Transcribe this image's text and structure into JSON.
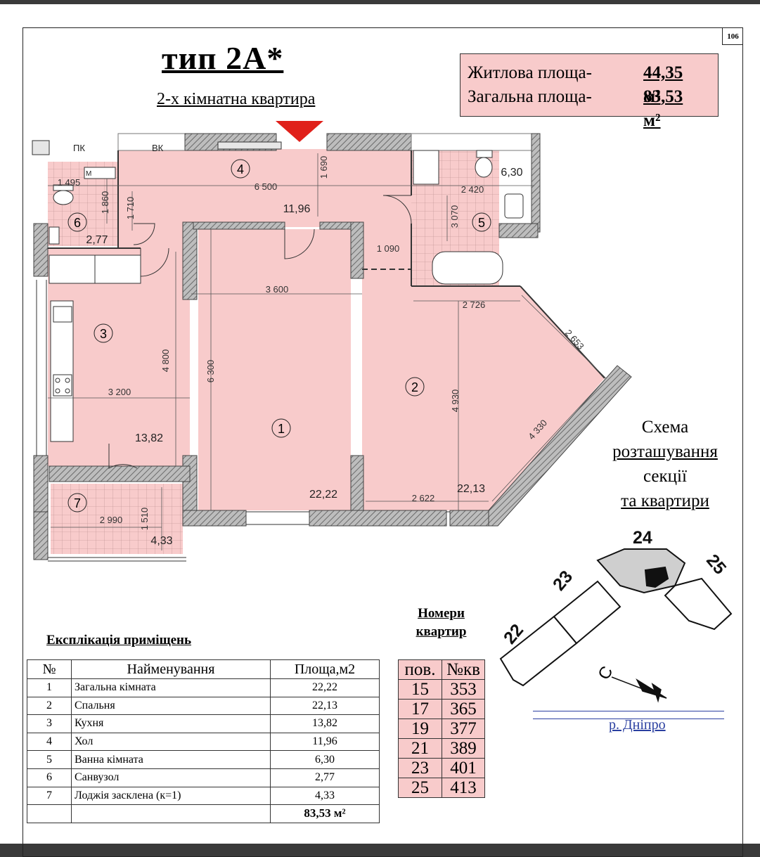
{
  "page_number": "106",
  "title": "тип 2А*",
  "subtitle": "2-х кімнатна квартира",
  "areas": {
    "living_label": "Житлова площа-",
    "living_value": "44,35 м²",
    "total_label": "Загальна площа-",
    "total_value": "83,53 м²"
  },
  "plan": {
    "room_numbers": [
      "1",
      "2",
      "3",
      "4",
      "5",
      "6",
      "7"
    ],
    "room_areas": {
      "r1": "22,22",
      "r2": "22,13",
      "r3": "13,82",
      "r4": "11,96",
      "r5": "6,30",
      "r6": "2,77",
      "r7": "4,33"
    },
    "dims": [
      "6 500",
      "1 690",
      "1 710",
      "1 860",
      "1 495",
      "2 420",
      "3 070",
      "1 090",
      "3 600",
      "2 726",
      "2 653",
      "4 800",
      "6 300",
      "3 200",
      "4 930",
      "4 330",
      "2 622",
      "2 990",
      "1 510"
    ],
    "labels": {
      "pk": "ПК",
      "vk": "ВК",
      "m": "М"
    }
  },
  "scheme": {
    "lines": [
      "Схема",
      "розташування",
      "секції",
      "та квартири"
    ]
  },
  "site": {
    "sections": [
      "22",
      "23",
      "24",
      "25"
    ],
    "north": "С",
    "river": "р. Дніпро"
  },
  "flats": {
    "title_lines": [
      "Номери",
      "квартир"
    ],
    "headers": [
      "пов.",
      "№кв"
    ],
    "rows": [
      [
        "15",
        "353"
      ],
      [
        "17",
        "365"
      ],
      [
        "19",
        "377"
      ],
      [
        "21",
        "389"
      ],
      [
        "23",
        "401"
      ],
      [
        "25",
        "413"
      ]
    ]
  },
  "explication": {
    "title": "Експлікація приміщень",
    "headers": [
      "№",
      "Найменування",
      "Площа,м2"
    ],
    "rows": [
      [
        "1",
        "Загальна кімната",
        "22,22"
      ],
      [
        "2",
        "Спальня",
        "22,13"
      ],
      [
        "3",
        "Кухня",
        "13,82"
      ],
      [
        "4",
        "Хол",
        "11,96"
      ],
      [
        "5",
        "Ванна кімната",
        "6,30"
      ],
      [
        "6",
        "Санвузол",
        "2,77"
      ],
      [
        "7",
        "Лоджія засклена (к=1)",
        "4,33"
      ]
    ],
    "total": "83,53 м²"
  },
  "colors": {
    "room_fill": "#f8cbcb",
    "wall": "#8a8a8a",
    "entrance_marker": "#e0201a",
    "river": "#2a3fa0"
  }
}
